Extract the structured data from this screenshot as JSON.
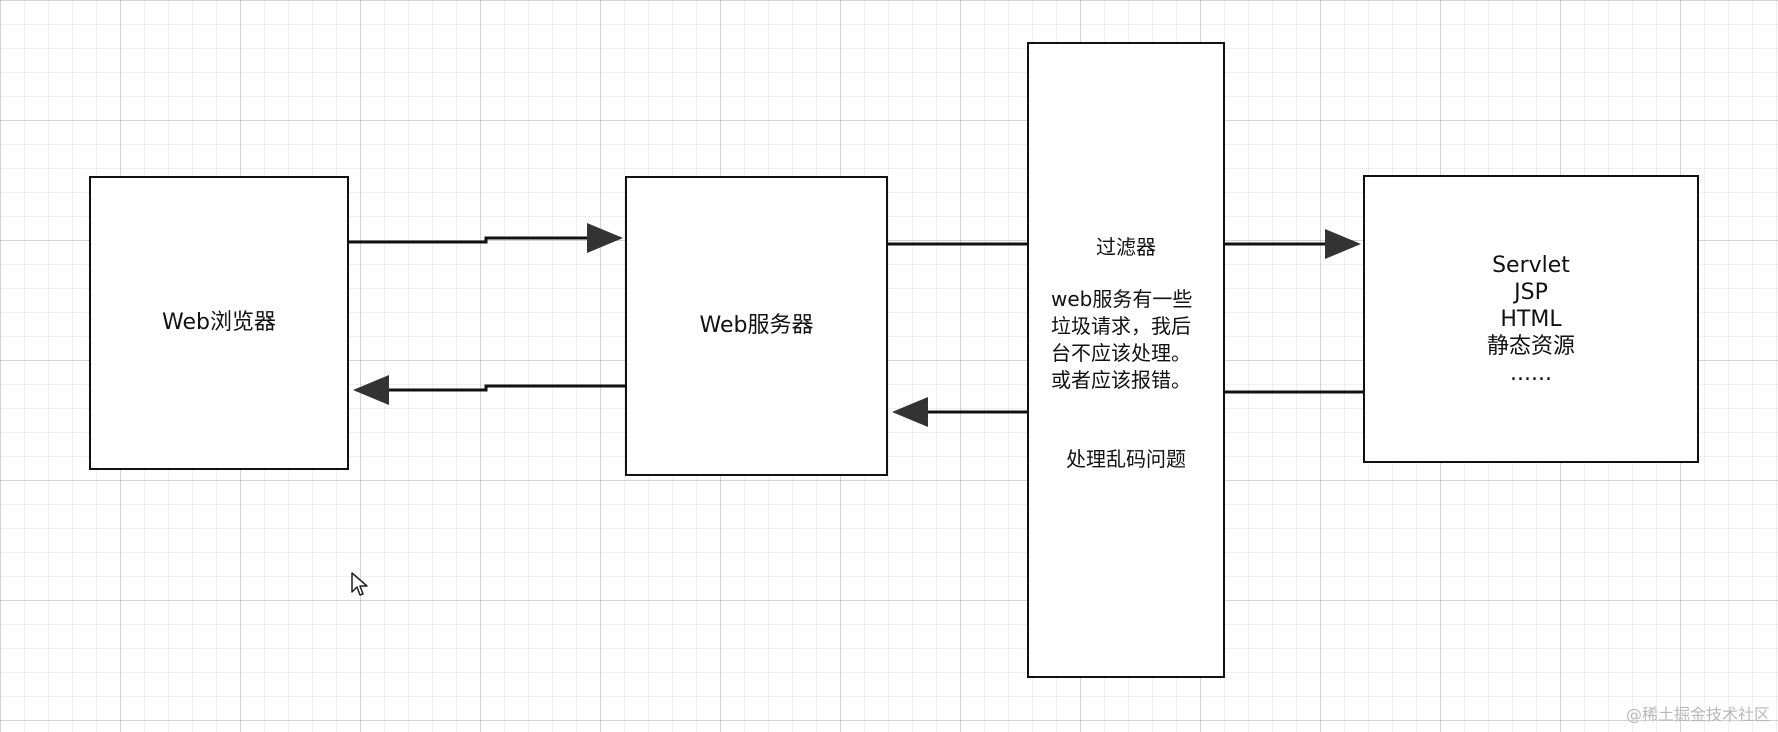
{
  "diagram": {
    "nodes": {
      "browser": "Web浏览器",
      "server": "Web服务器",
      "filter": {
        "title": "过滤器",
        "description": "web服务有一些垃圾请求，我后台不应该处理。或者应该报错。",
        "extra": "处理乱码问题"
      },
      "servlet": {
        "items": [
          "Servlet",
          "JSP",
          "HTML",
          "静态资源",
          "......"
        ]
      }
    }
  },
  "watermark": "@稀土掘金技术社区",
  "colors": {
    "line": "#111111",
    "grid": "#e5e5e5",
    "background": "#ffffff",
    "watermark": "#b8b8b8"
  }
}
